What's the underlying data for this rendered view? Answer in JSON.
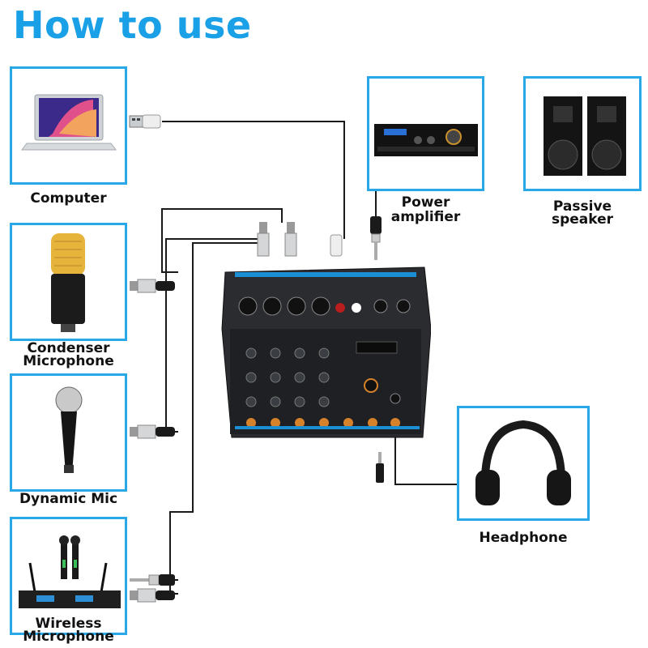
{
  "title": "How to use",
  "devices": {
    "computer": "Computer",
    "condenser_line1": "Condenser",
    "condenser_line2": "Microphone",
    "dynamic": "Dynamic Mic",
    "wireless_line1": "Wireless",
    "wireless_line2": "Microphone",
    "power_line1": "Power",
    "power_line2": "amplifier",
    "passive_line1": "Passive",
    "passive_line2": "speaker",
    "headphone": "Headphone"
  },
  "colors": {
    "accent": "#29a8e8",
    "title": "#1aa0e6",
    "wire": "#1a1a1a",
    "mixer": "#2a2c30"
  }
}
